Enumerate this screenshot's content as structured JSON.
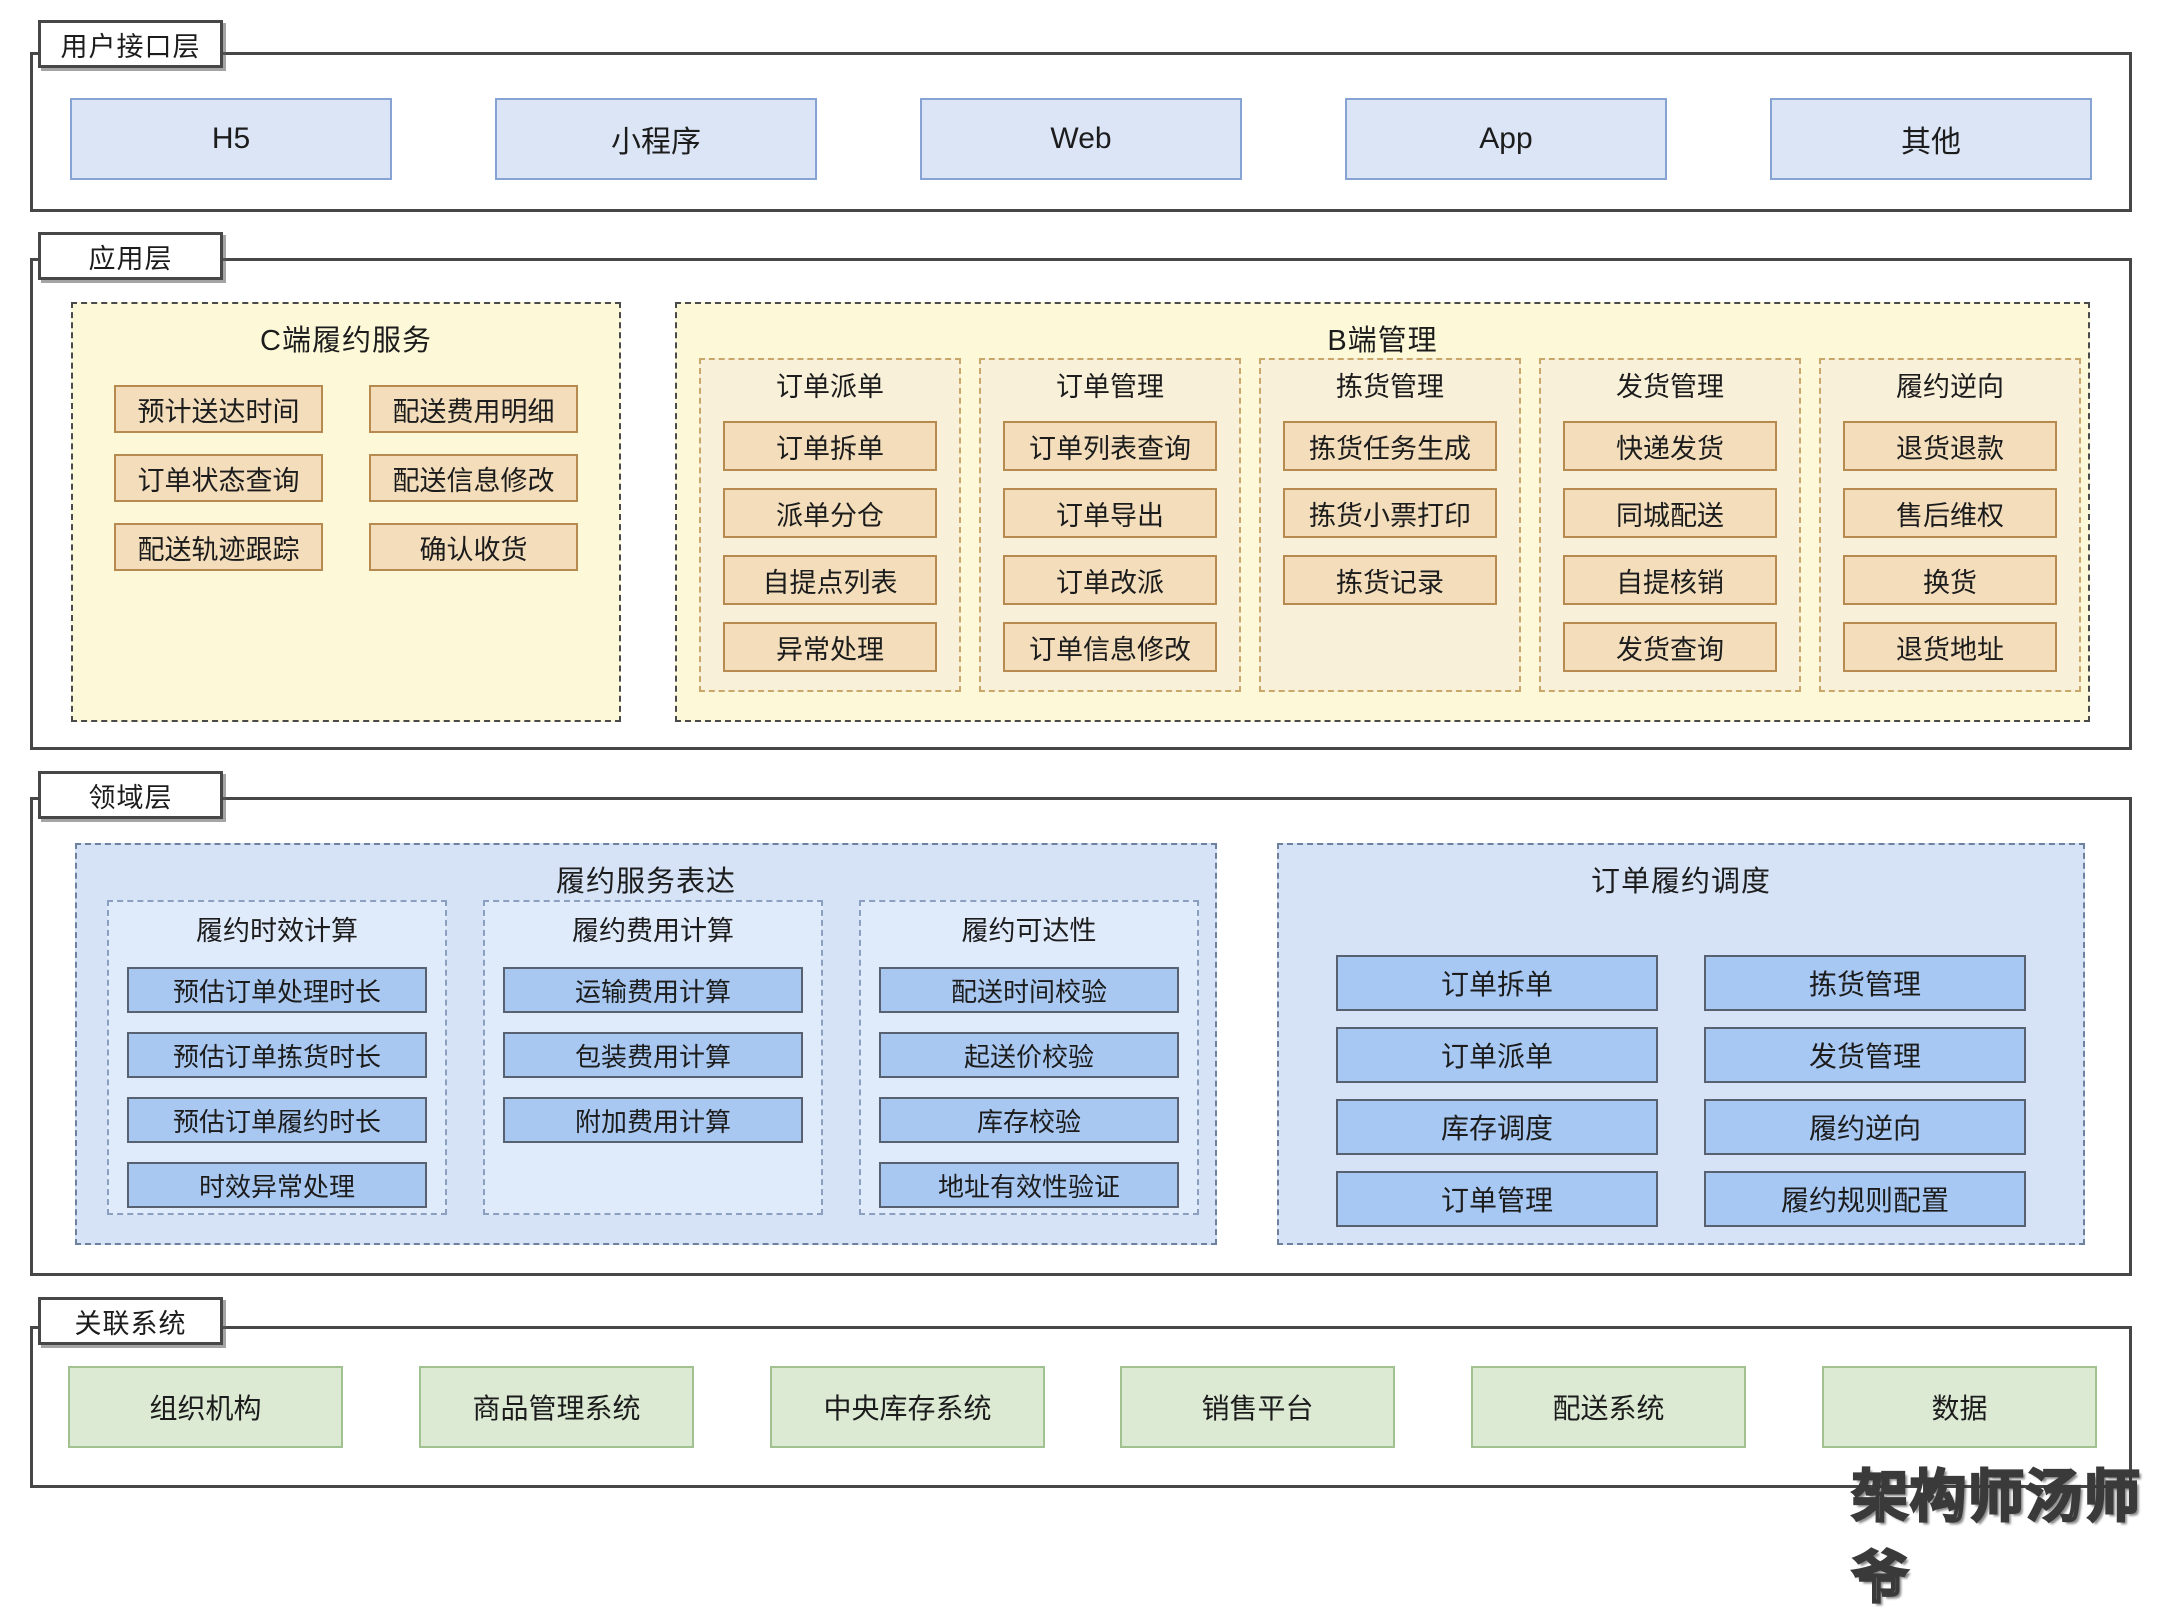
{
  "ui_layer": {
    "label": "用户接口层",
    "boxes": [
      "H5",
      "小程序",
      "Web",
      "App",
      "其他"
    ]
  },
  "app_layer": {
    "label": "应用层",
    "c_panel": {
      "title": "C端履约服务",
      "items": [
        "预计送达时间",
        "配送费用明细",
        "订单状态查询",
        "配送信息修改",
        "配送轨迹跟踪",
        "确认收货"
      ]
    },
    "b_panel": {
      "title": "B端管理",
      "groups": [
        {
          "title": "订单派单",
          "items": [
            "订单拆单",
            "派单分仓",
            "自提点列表",
            "异常处理"
          ]
        },
        {
          "title": "订单管理",
          "items": [
            "订单列表查询",
            "订单导出",
            "订单改派",
            "订单信息修改"
          ]
        },
        {
          "title": "拣货管理",
          "items": [
            "拣货任务生成",
            "拣货小票打印",
            "拣货记录"
          ]
        },
        {
          "title": "发货管理",
          "items": [
            "快递发货",
            "同城配送",
            "自提核销",
            "发货查询"
          ]
        },
        {
          "title": "履约逆向",
          "items": [
            "退货退款",
            "售后维权",
            "换货",
            "退货地址"
          ]
        }
      ]
    }
  },
  "domain_layer": {
    "label": "领域层",
    "expr_panel": {
      "title": "履约服务表达",
      "groups": [
        {
          "title": "履约时效计算",
          "items": [
            "预估订单处理时长",
            "预估订单拣货时长",
            "预估订单履约时长",
            "时效异常处理"
          ]
        },
        {
          "title": "履约费用计算",
          "items": [
            "运输费用计算",
            "包装费用计算",
            "附加费用计算"
          ]
        },
        {
          "title": "履约可达性",
          "items": [
            "配送时间校验",
            "起送价校验",
            "库存校验",
            "地址有效性验证"
          ]
        }
      ]
    },
    "sched_panel": {
      "title": "订单履约调度",
      "items": [
        "订单拆单",
        "拣货管理",
        "订单派单",
        "发货管理",
        "库存调度",
        "履约逆向",
        "订单管理",
        "履约规则配置"
      ]
    }
  },
  "ext_layer": {
    "label": "关联系统",
    "boxes": [
      "组织机构",
      "商品管理系统",
      "中央库存系统",
      "销售平台",
      "配送系统",
      "数据"
    ]
  },
  "watermark": "架构师汤师爷",
  "colors": {
    "layer_border": "#474747",
    "channel_fill": "#dbe5f6",
    "channel_border": "#87a3d4",
    "app_panel_fill": "#fdf9d8",
    "app_subpanel_fill": "#f9f0da",
    "app_box_fill": "#f3ddbb",
    "app_box_border": "#b78a4f",
    "domain_panel_fill": "#d6e3f7",
    "domain_subpanel_fill": "#dfeafb",
    "domain_box_fill": "#a8c8f2",
    "domain_box_border": "#57616f",
    "ext_box_fill": "#dcead4",
    "ext_box_border": "#a1c191"
  }
}
